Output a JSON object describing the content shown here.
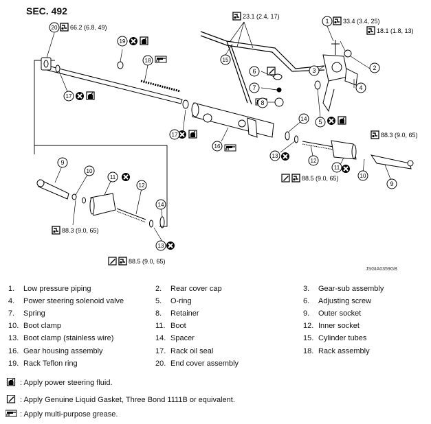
{
  "section": "SEC. 492",
  "figure_id": "JSGIA0359GB",
  "torques": {
    "t20": "66.2 (6.8, 49)",
    "t15": "23.1 (2.4, 17)",
    "t1": "33.4 (3.4, 25)",
    "t2": "18.1 (1.8, 13)",
    "t9r": "88.3 (9.0, 65)",
    "t13r": "88.5 (9.0, 65)",
    "t9l": "88.3 (9.0, 65)",
    "t13l": "88.5 (9.0, 65)"
  },
  "callouts": [
    "1",
    "2",
    "3",
    "4",
    "5",
    "6",
    "7",
    "8",
    "9",
    "10",
    "11",
    "12",
    "13",
    "14",
    "15",
    "16",
    "17",
    "18",
    "19",
    "20"
  ],
  "legend": [
    {
      "num": "1.",
      "label": "Low pressure piping"
    },
    {
      "num": "2.",
      "label": "Rear cover cap"
    },
    {
      "num": "3.",
      "label": "Gear-sub assembly"
    },
    {
      "num": "4.",
      "label": "Power steering solenoid valve"
    },
    {
      "num": "5.",
      "label": "O-ring"
    },
    {
      "num": "6.",
      "label": "Adjusting screw"
    },
    {
      "num": "7.",
      "label": "Spring"
    },
    {
      "num": "8.",
      "label": "Retainer"
    },
    {
      "num": "9.",
      "label": "Outer socket"
    },
    {
      "num": "10.",
      "label": "Boot clamp"
    },
    {
      "num": "11.",
      "label": "Boot"
    },
    {
      "num": "12.",
      "label": "Inner socket"
    },
    {
      "num": "13.",
      "label": "Boot clamp (stainless wire)"
    },
    {
      "num": "14.",
      "label": "Spacer"
    },
    {
      "num": "15.",
      "label": "Cylinder tubes"
    },
    {
      "num": "16.",
      "label": "Gear housing assembly"
    },
    {
      "num": "17.",
      "label": "Rack oil seal"
    },
    {
      "num": "18.",
      "label": "Rack assembly"
    },
    {
      "num": "19.",
      "label": "Rack Teflon ring"
    },
    {
      "num": "20.",
      "label": "End cover assembly"
    }
  ],
  "notes": [
    {
      "icon": "fluid-can-icon",
      "text": ": Apply power steering fluid."
    },
    {
      "icon": "gasket-tube-icon",
      "text": ": Apply Genuine Liquid Gasket, Three Bond 1111B or equivalent."
    },
    {
      "icon": "grease-gun-icon",
      "text": ": Apply multi-purpose grease."
    }
  ],
  "symbols": {
    "torque": "torque-wrench-icon",
    "no_reuse": "do-not-reuse-icon"
  }
}
